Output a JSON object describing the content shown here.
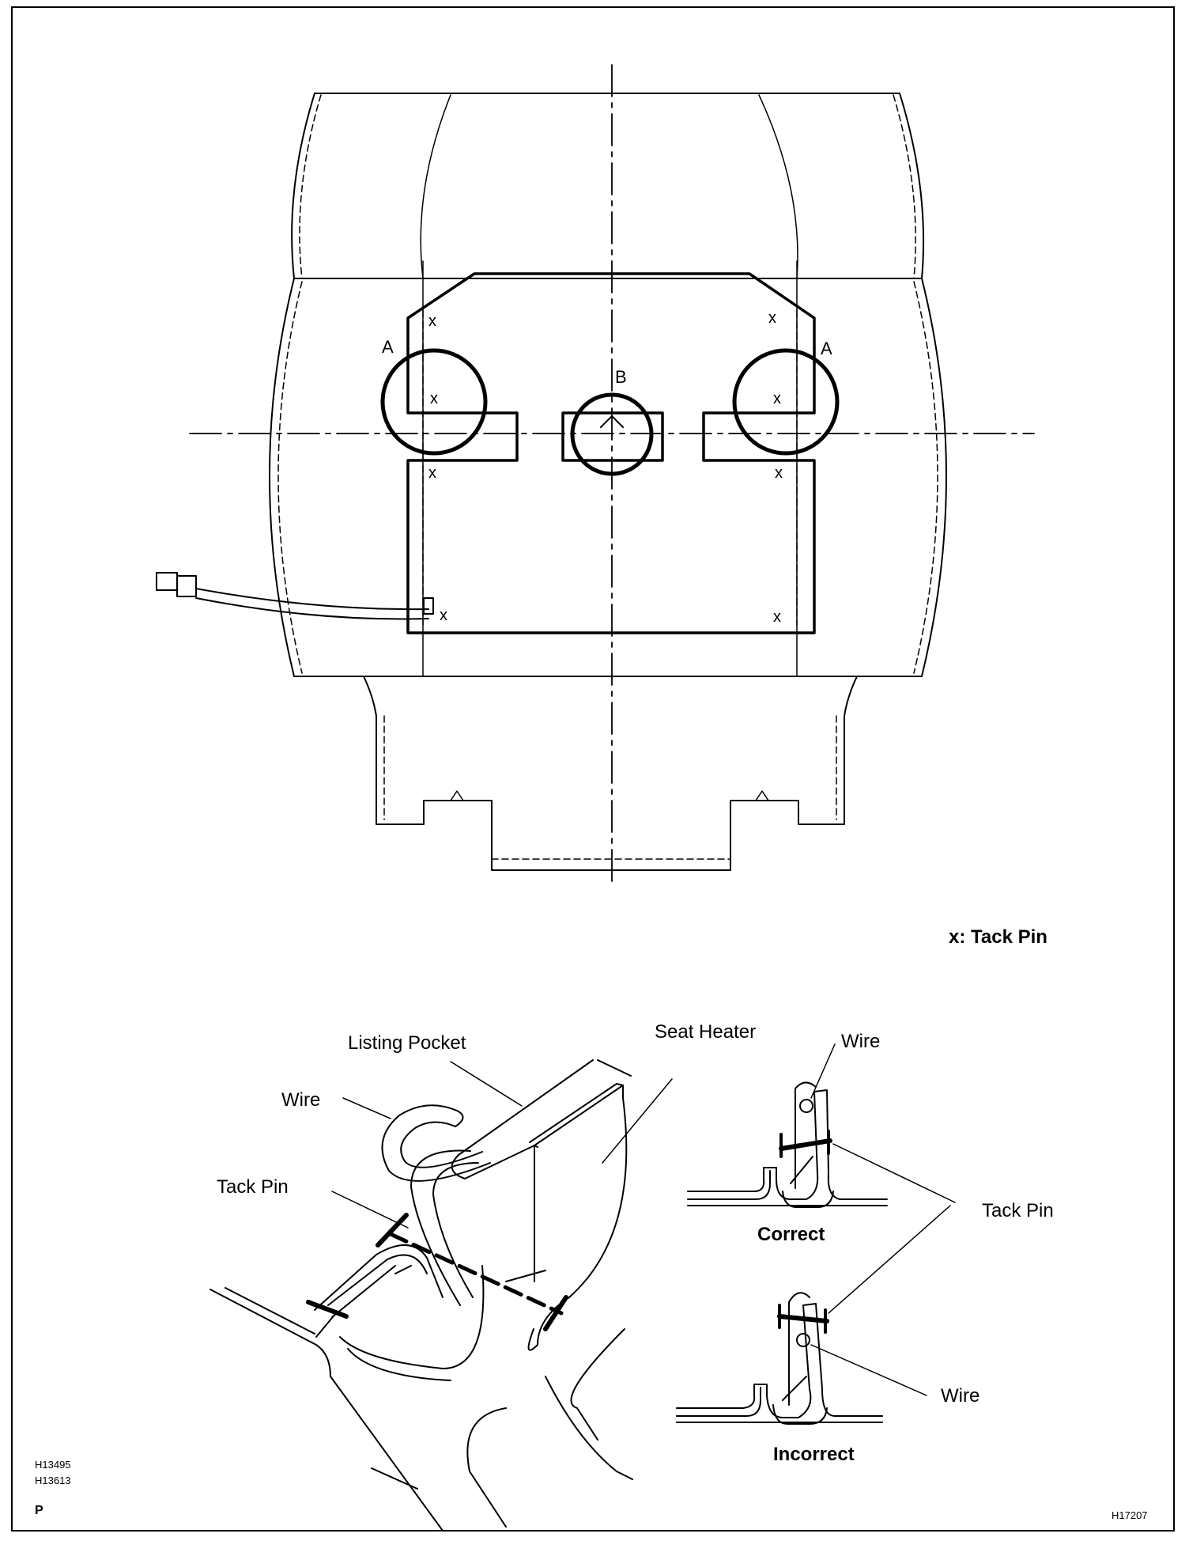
{
  "top_view": {
    "mark_a_left": "A",
    "mark_a_right": "A",
    "mark_b": "B",
    "tack_marks": [
      "x",
      "x",
      "x",
      "x",
      "x",
      "x",
      "x",
      "x"
    ],
    "legend": "x: Tack Pin"
  },
  "detail_view": {
    "listing_pocket": "Listing Pocket",
    "seat_heater": "Seat Heater",
    "wire": "Wire",
    "tack_pin": "Tack Pin"
  },
  "correct_view": {
    "wire": "Wire",
    "caption": "Correct"
  },
  "incorrect_view": {
    "tack_pin": "Tack Pin",
    "wire": "Wire",
    "caption": "Incorrect"
  },
  "footer": {
    "ref_1": "H13495",
    "ref_2": "H13613",
    "ref_3": "P",
    "ref_4": "H17207"
  }
}
